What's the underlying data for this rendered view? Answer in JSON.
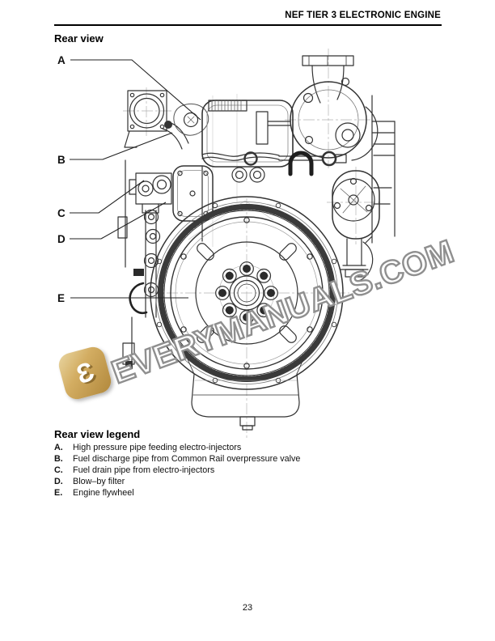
{
  "page": {
    "header": "NEF TIER 3 ELECTRONIC ENGINE",
    "section_title": "Rear view",
    "page_number": "23"
  },
  "figure": {
    "labels": {
      "a": "A",
      "b": "B",
      "c": "C",
      "d": "D",
      "e": "E"
    }
  },
  "legend": {
    "title": "Rear view legend",
    "items": [
      {
        "key": "A.",
        "text": "High pressure pipe feeding electro-injectors"
      },
      {
        "key": "B.",
        "text": "Fuel discharge pipe from Common Rail overpressure valve"
      },
      {
        "key": "C.",
        "text": "Fuel drain pipe from electro-injectors"
      },
      {
        "key": "D.",
        "text": "Blow–by filter"
      },
      {
        "key": "E.",
        "text": "Engine flywheel"
      }
    ]
  },
  "watermark": {
    "text": "EVERYMANUALS.COM",
    "logo_letter": "Ɛ",
    "logo_color": "#c8a255",
    "outline_color": "#8f8f8f"
  }
}
